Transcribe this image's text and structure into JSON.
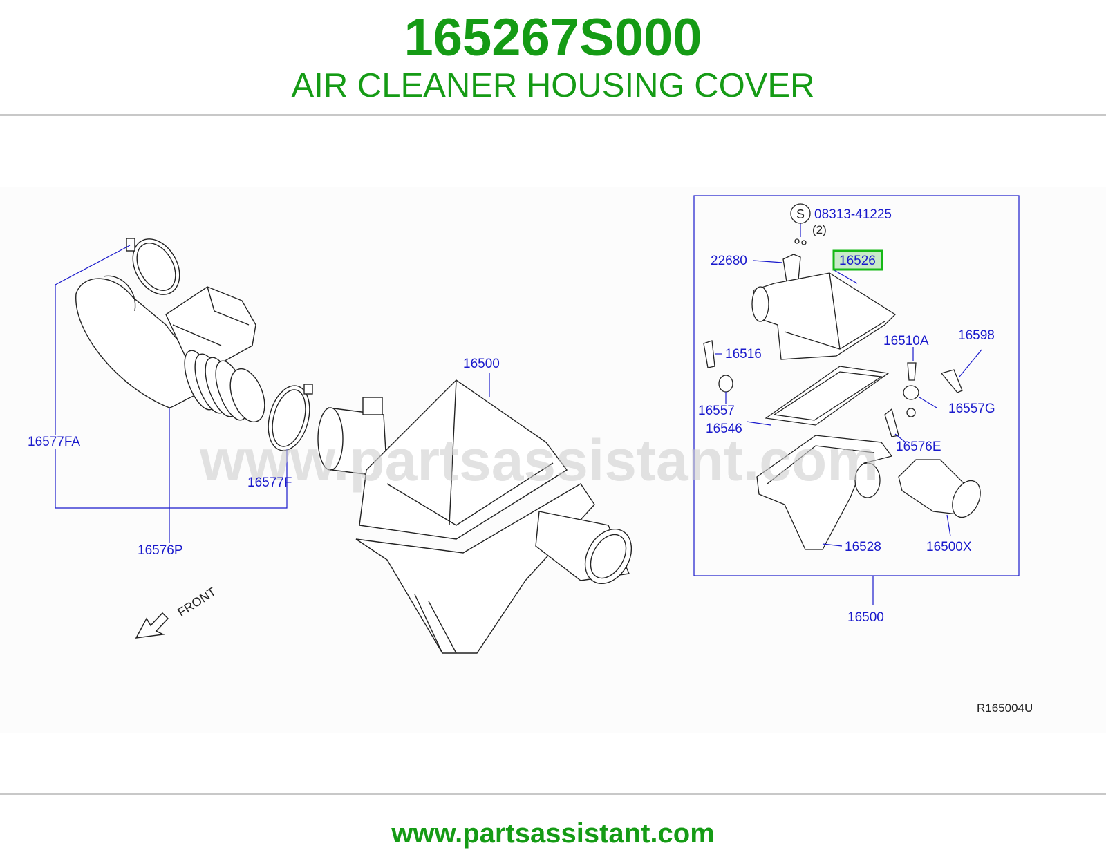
{
  "header": {
    "part_number": "165267S000",
    "part_description": "AIR CLEANER HOUSING COVER"
  },
  "diagram": {
    "labels": {
      "l_16577FA": "16577FA",
      "l_16576P": "16576P",
      "l_16577F": "16577F",
      "l_16500_main": "16500",
      "l_16500_box": "16500",
      "l_s_symbol": "S",
      "l_08313": "08313-41225",
      "l_qty2": "(2)",
      "l_22680": "22680",
      "l_16526": "16526",
      "l_16516": "16516",
      "l_16510A": "16510A",
      "l_16598": "16598",
      "l_16557": "16557",
      "l_16557G": "16557G",
      "l_16546": "16546",
      "l_16576E": "16576E",
      "l_16528": "16528",
      "l_16500X": "16500X",
      "l_front": "FRONT",
      "l_ref": "R165004U"
    },
    "watermark": "www.partsassistant.com",
    "highlighted_part": "16526",
    "colors": {
      "label": "#1a1acc",
      "line": "#1a1acc",
      "highlight": "#16b816",
      "highlight_fill": "#c9eac9",
      "brand_green": "#159b15",
      "drawing": "#222222",
      "watermark": "#cfcfcf"
    }
  },
  "footer": {
    "site_url": "www.partsassistant.com"
  }
}
